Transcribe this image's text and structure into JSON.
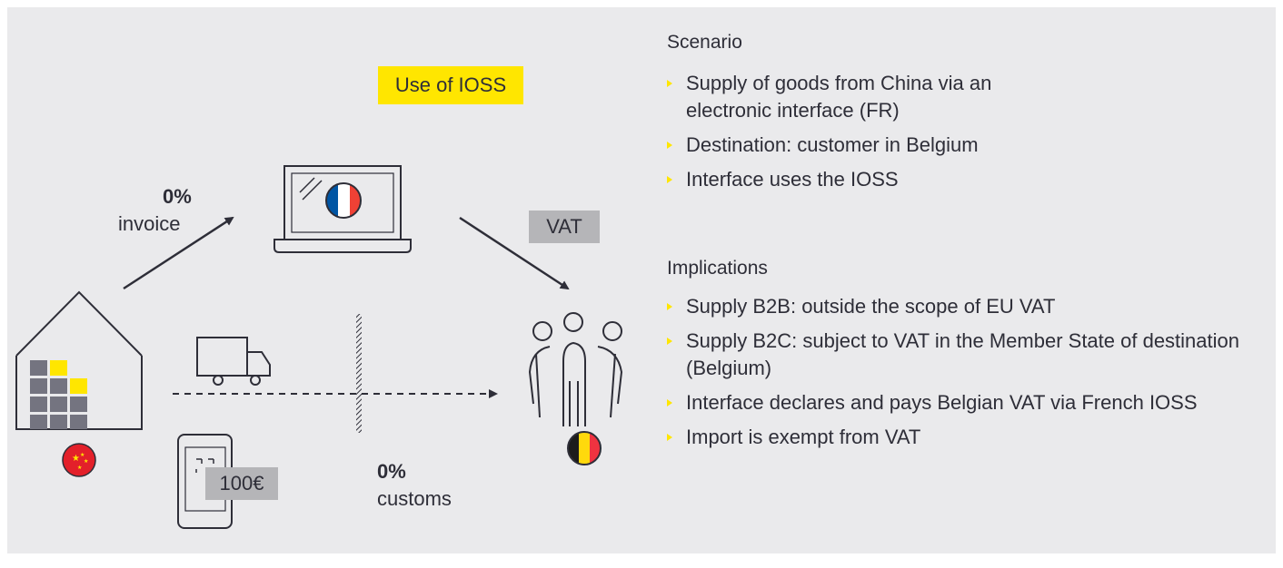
{
  "badges": {
    "use_of_ioss": "Use of IOSS",
    "vat": "VAT",
    "price": "100€"
  },
  "labels": {
    "invoice_rate": "0%",
    "invoice": "invoice",
    "customs_rate": "0%",
    "customs": "customs"
  },
  "scenario": {
    "heading": "Scenario",
    "items": [
      "Supply of goods from China via an electronic interface (FR)",
      "Destination: customer in Belgium",
      "Interface uses the IOSS"
    ]
  },
  "implications": {
    "heading": "Implications",
    "items": [
      "Supply B2B: outside the scope of EU VAT",
      "Supply B2C: subject to VAT in the Member State of destination (Belgium)",
      "Interface declares and pays Belgian VAT via French IOSS",
      "Import is exempt from VAT"
    ]
  },
  "colors": {
    "accent_yellow": "#ffe600",
    "dark": "#2e2e38",
    "grey_tag": "#b5b5b8",
    "background": "#eaeaec"
  }
}
